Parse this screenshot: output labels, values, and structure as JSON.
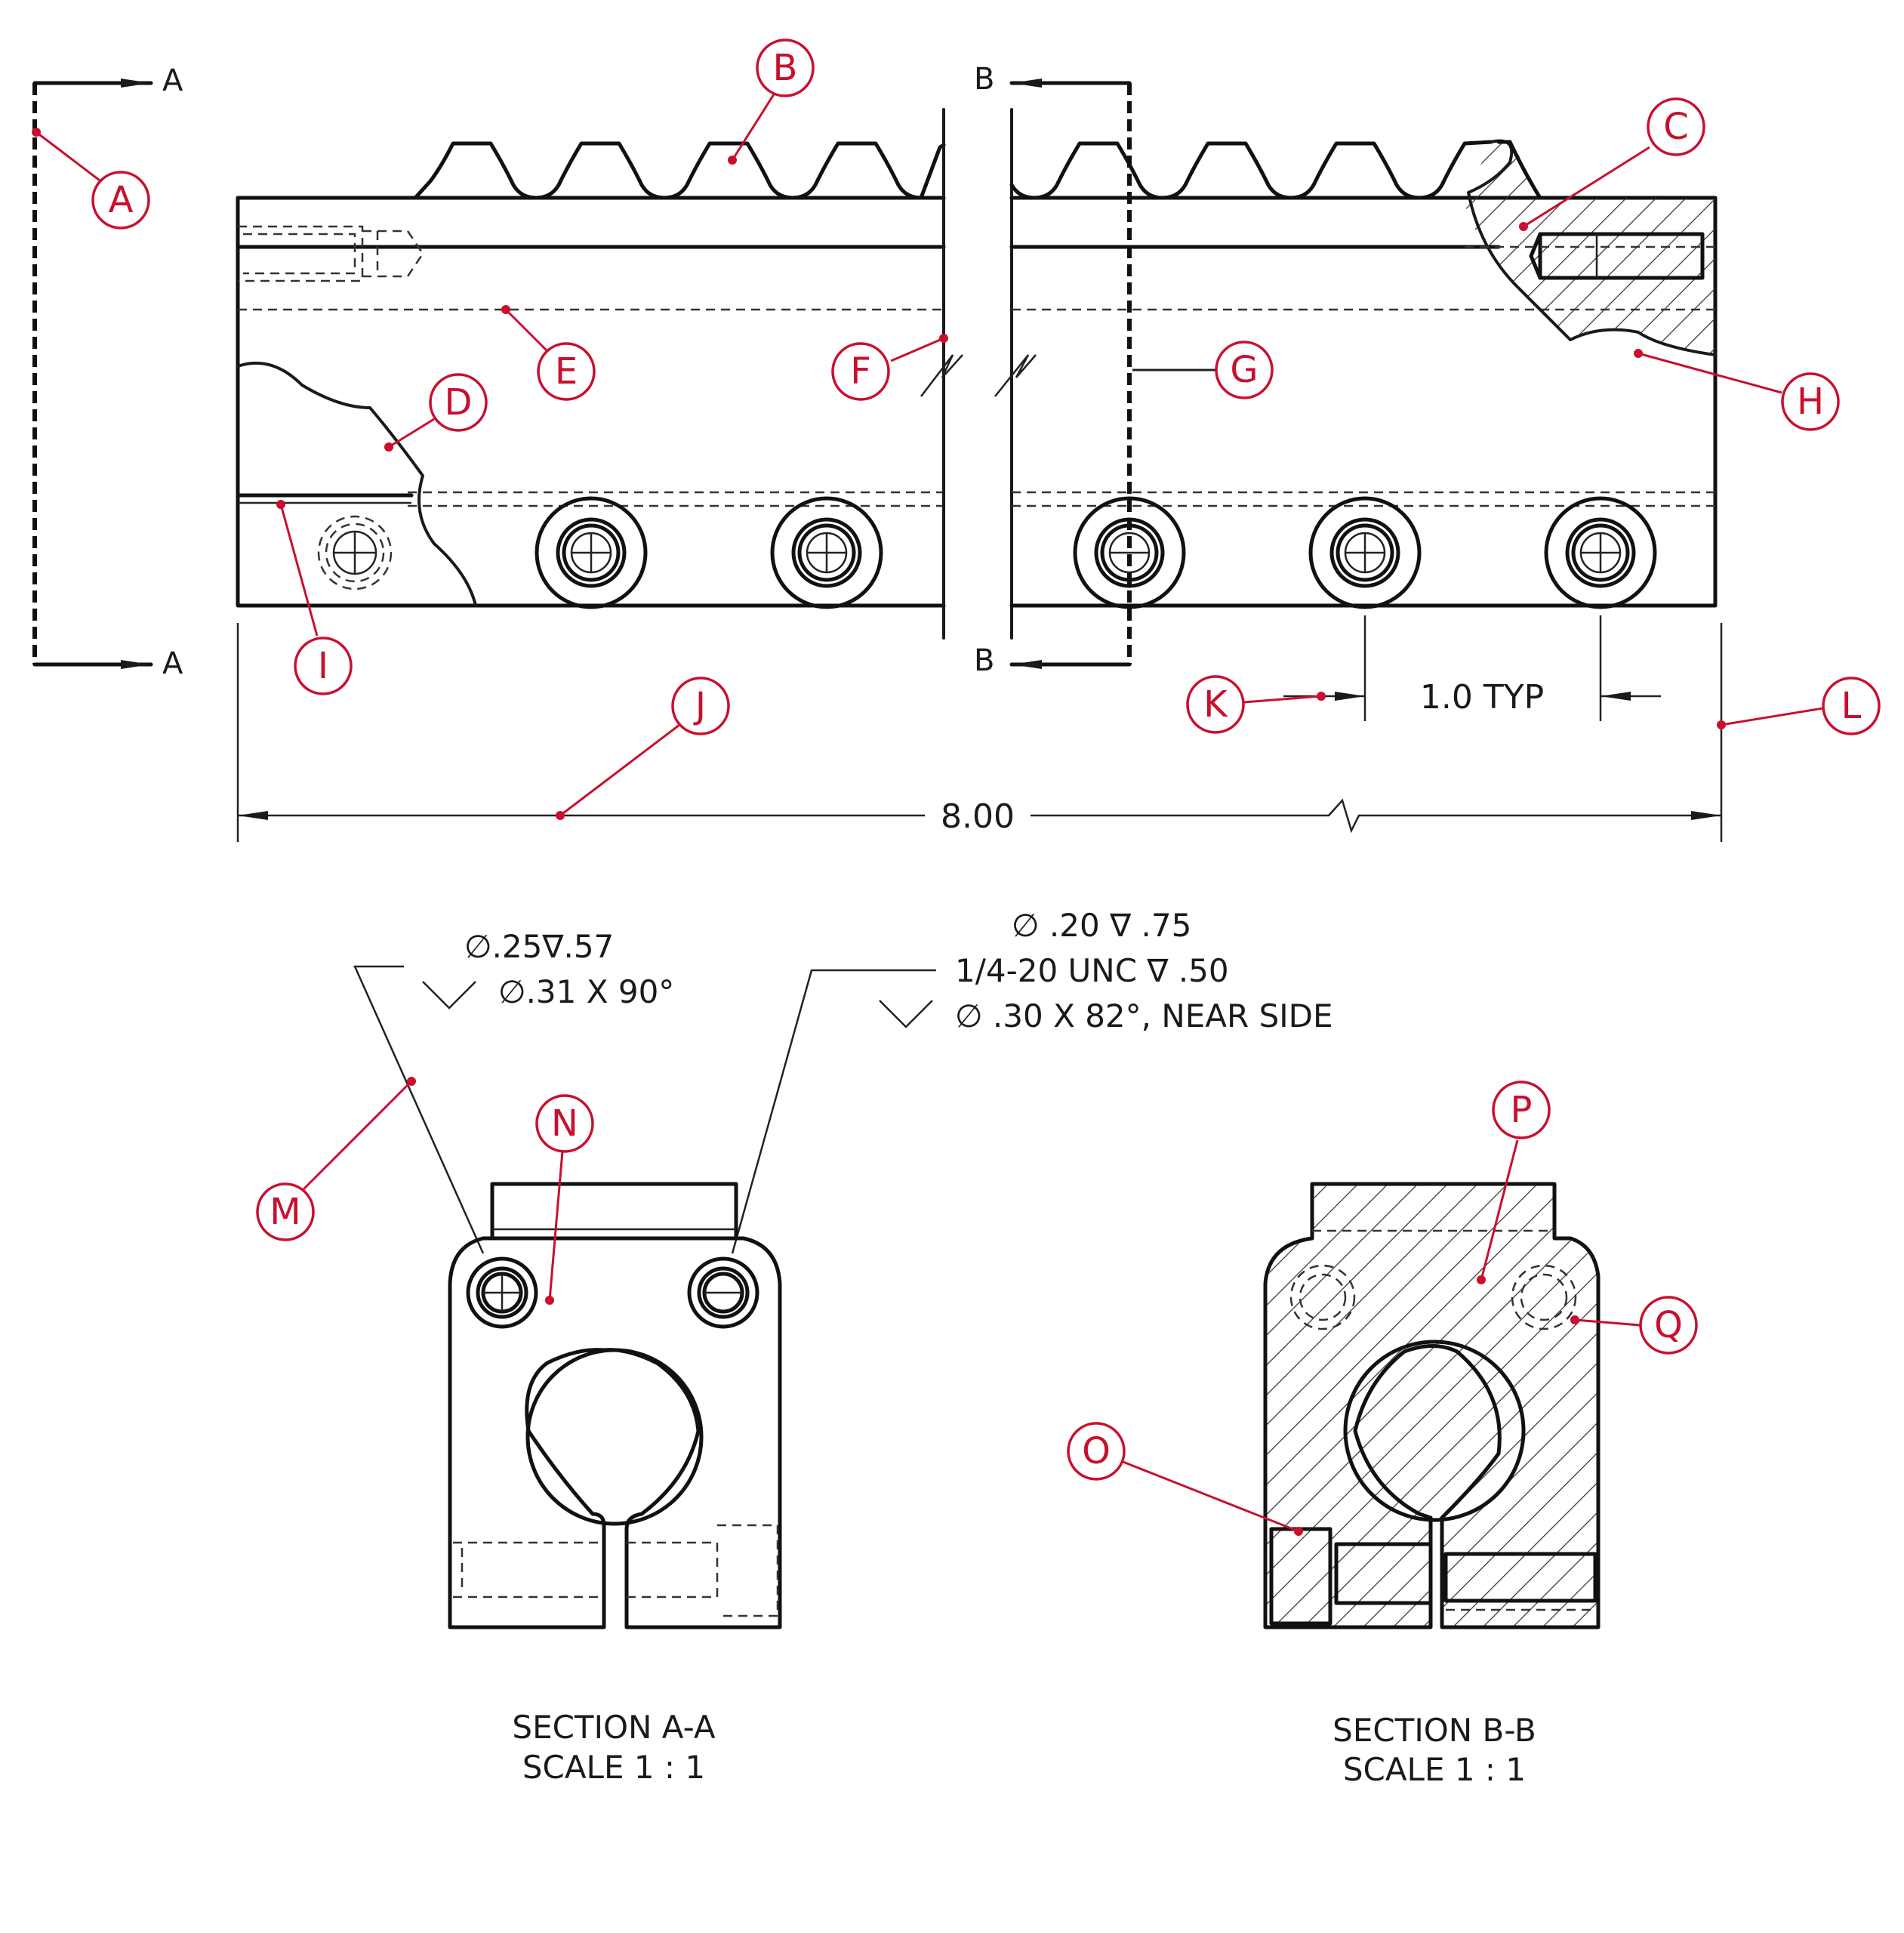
{
  "section_markers": {
    "a": "A",
    "b": "B"
  },
  "dimensions": {
    "overall_length": "8.00",
    "spacing": "1.0 TYP"
  },
  "callouts": {
    "left_hole": {
      "line1": "∅.25∇.57",
      "line2": "∅.31 X 90°"
    },
    "right_hole": {
      "line1": "∅ .20 ∇ .75",
      "line2": "1/4-20 UNC  ∇ .50",
      "line3": "∅ .30 X 82°, NEAR SIDE"
    }
  },
  "section_views": {
    "aa": {
      "title": "SECTION A-A",
      "scale": "SCALE 1 : 1"
    },
    "bb": {
      "title": "SECTION B-B",
      "scale": "SCALE 1 : 1"
    }
  },
  "labels": [
    "A",
    "B",
    "C",
    "D",
    "E",
    "F",
    "G",
    "H",
    "I",
    "J",
    "K",
    "L",
    "M",
    "N",
    "O",
    "P",
    "Q"
  ],
  "colors": {
    "label": "#c8102e",
    "line": "#1a1a1a",
    "background": "#ffffff"
  }
}
